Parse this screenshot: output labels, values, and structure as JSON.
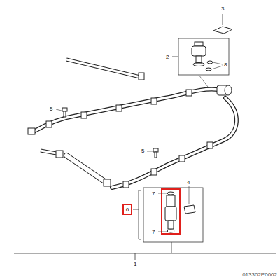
{
  "diagram": {
    "nodes": [
      {
        "text": [
          "6"
        ]
      }
    ],
    "labels": [
      "1",
      "2",
      "3",
      "4",
      "5",
      "5",
      "7",
      "7",
      "8",
      "013302P0002"
    ]
  }
}
